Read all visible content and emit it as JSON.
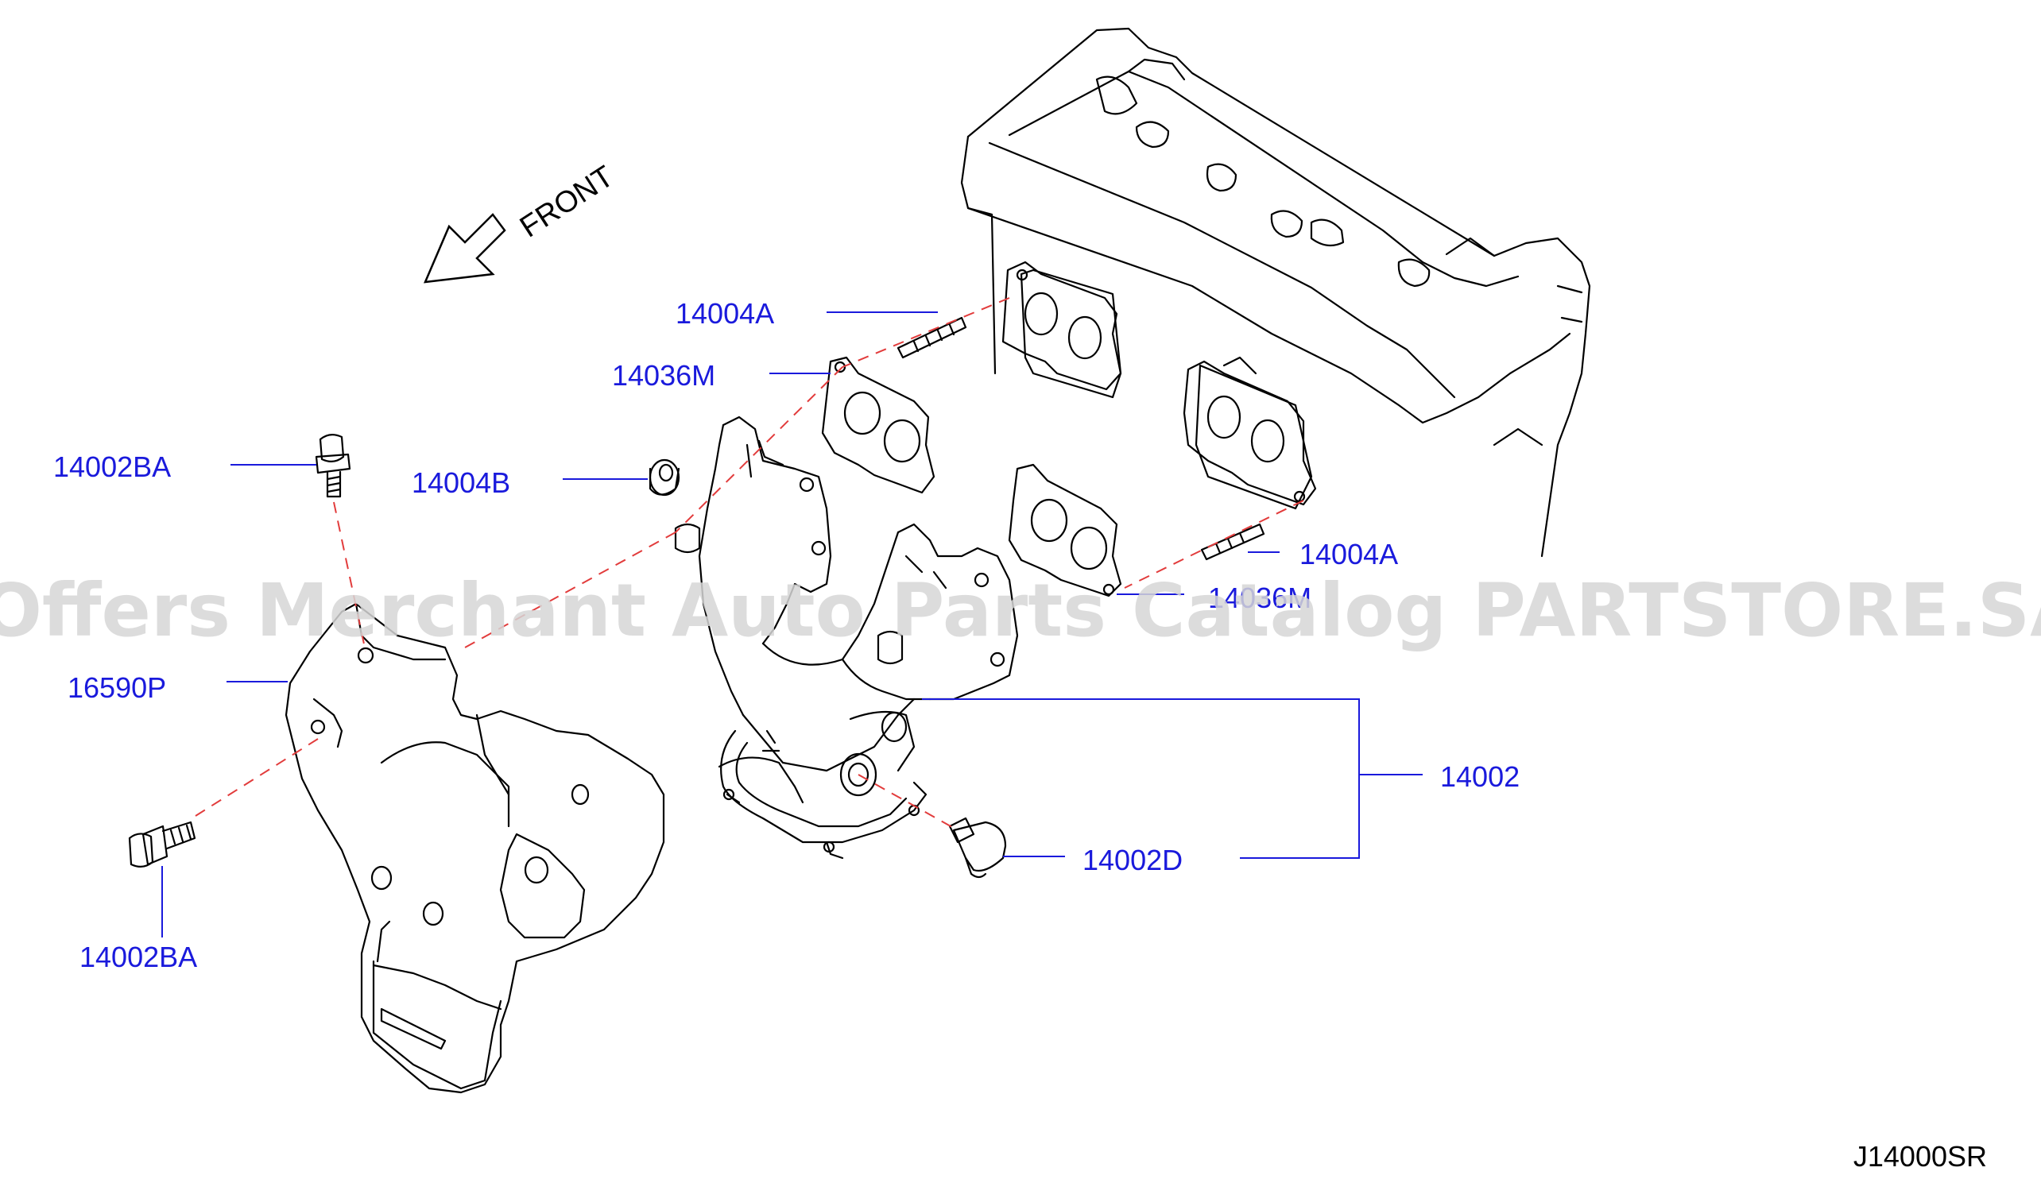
{
  "diagram": {
    "front_label": "FRONT",
    "diagram_code": "J14000SR",
    "watermark": "Offers Merchant Auto Parts Catalog PARTSTORE.SA",
    "colors": {
      "label": "#1a1adc",
      "leader": "#1a1adc",
      "dashed": "#e23c3c",
      "ink": "#000000",
      "watermark": "#d6d6d6"
    },
    "callouts": [
      "14004A",
      "14036M",
      "14002BA",
      "14004B",
      "16590P",
      "14004A",
      "14036M",
      "14002",
      "14002D",
      "14002BA"
    ]
  }
}
